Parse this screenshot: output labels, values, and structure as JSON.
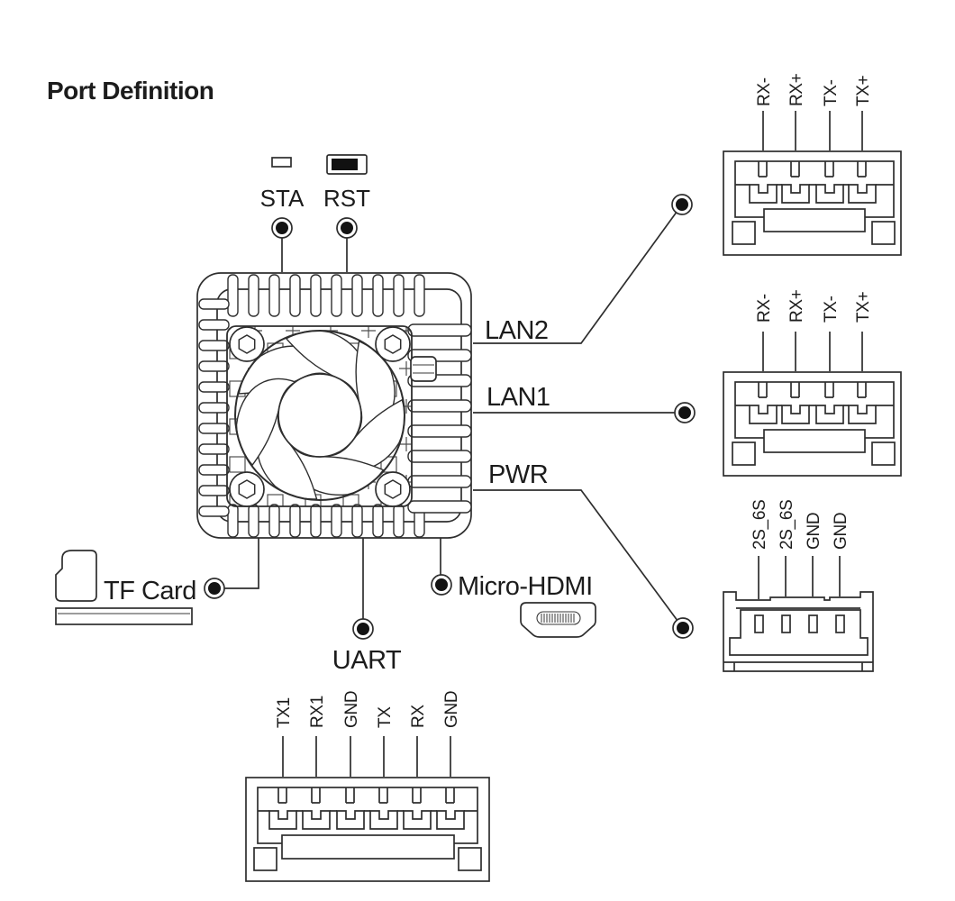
{
  "title": "Port Definition",
  "colors": {
    "line": "#2e2e2e",
    "text": "#1c1c1c",
    "background": "#ffffff",
    "led_fill": "#111111"
  },
  "board": {
    "status_led_label": "STA",
    "reset_label": "RST",
    "port_labels": {
      "lan2": "LAN2",
      "lan1": "LAN1",
      "pwr": "PWR",
      "tf_card": "TF Card",
      "micro_hdmi": "Micro-HDMI",
      "uart": "UART"
    }
  },
  "connectors": {
    "top": {
      "pins": [
        "RX-",
        "RX+",
        "TX-",
        "TX+"
      ]
    },
    "middle": {
      "pins": [
        "RX-",
        "RX+",
        "TX-",
        "TX+"
      ]
    },
    "power": {
      "pins": [
        "2S_6S",
        "2S_6S",
        "GND",
        "GND"
      ]
    },
    "uart": {
      "pins": [
        "TX1",
        "RX1",
        "GND",
        "TX",
        "RX",
        "GND"
      ]
    }
  }
}
